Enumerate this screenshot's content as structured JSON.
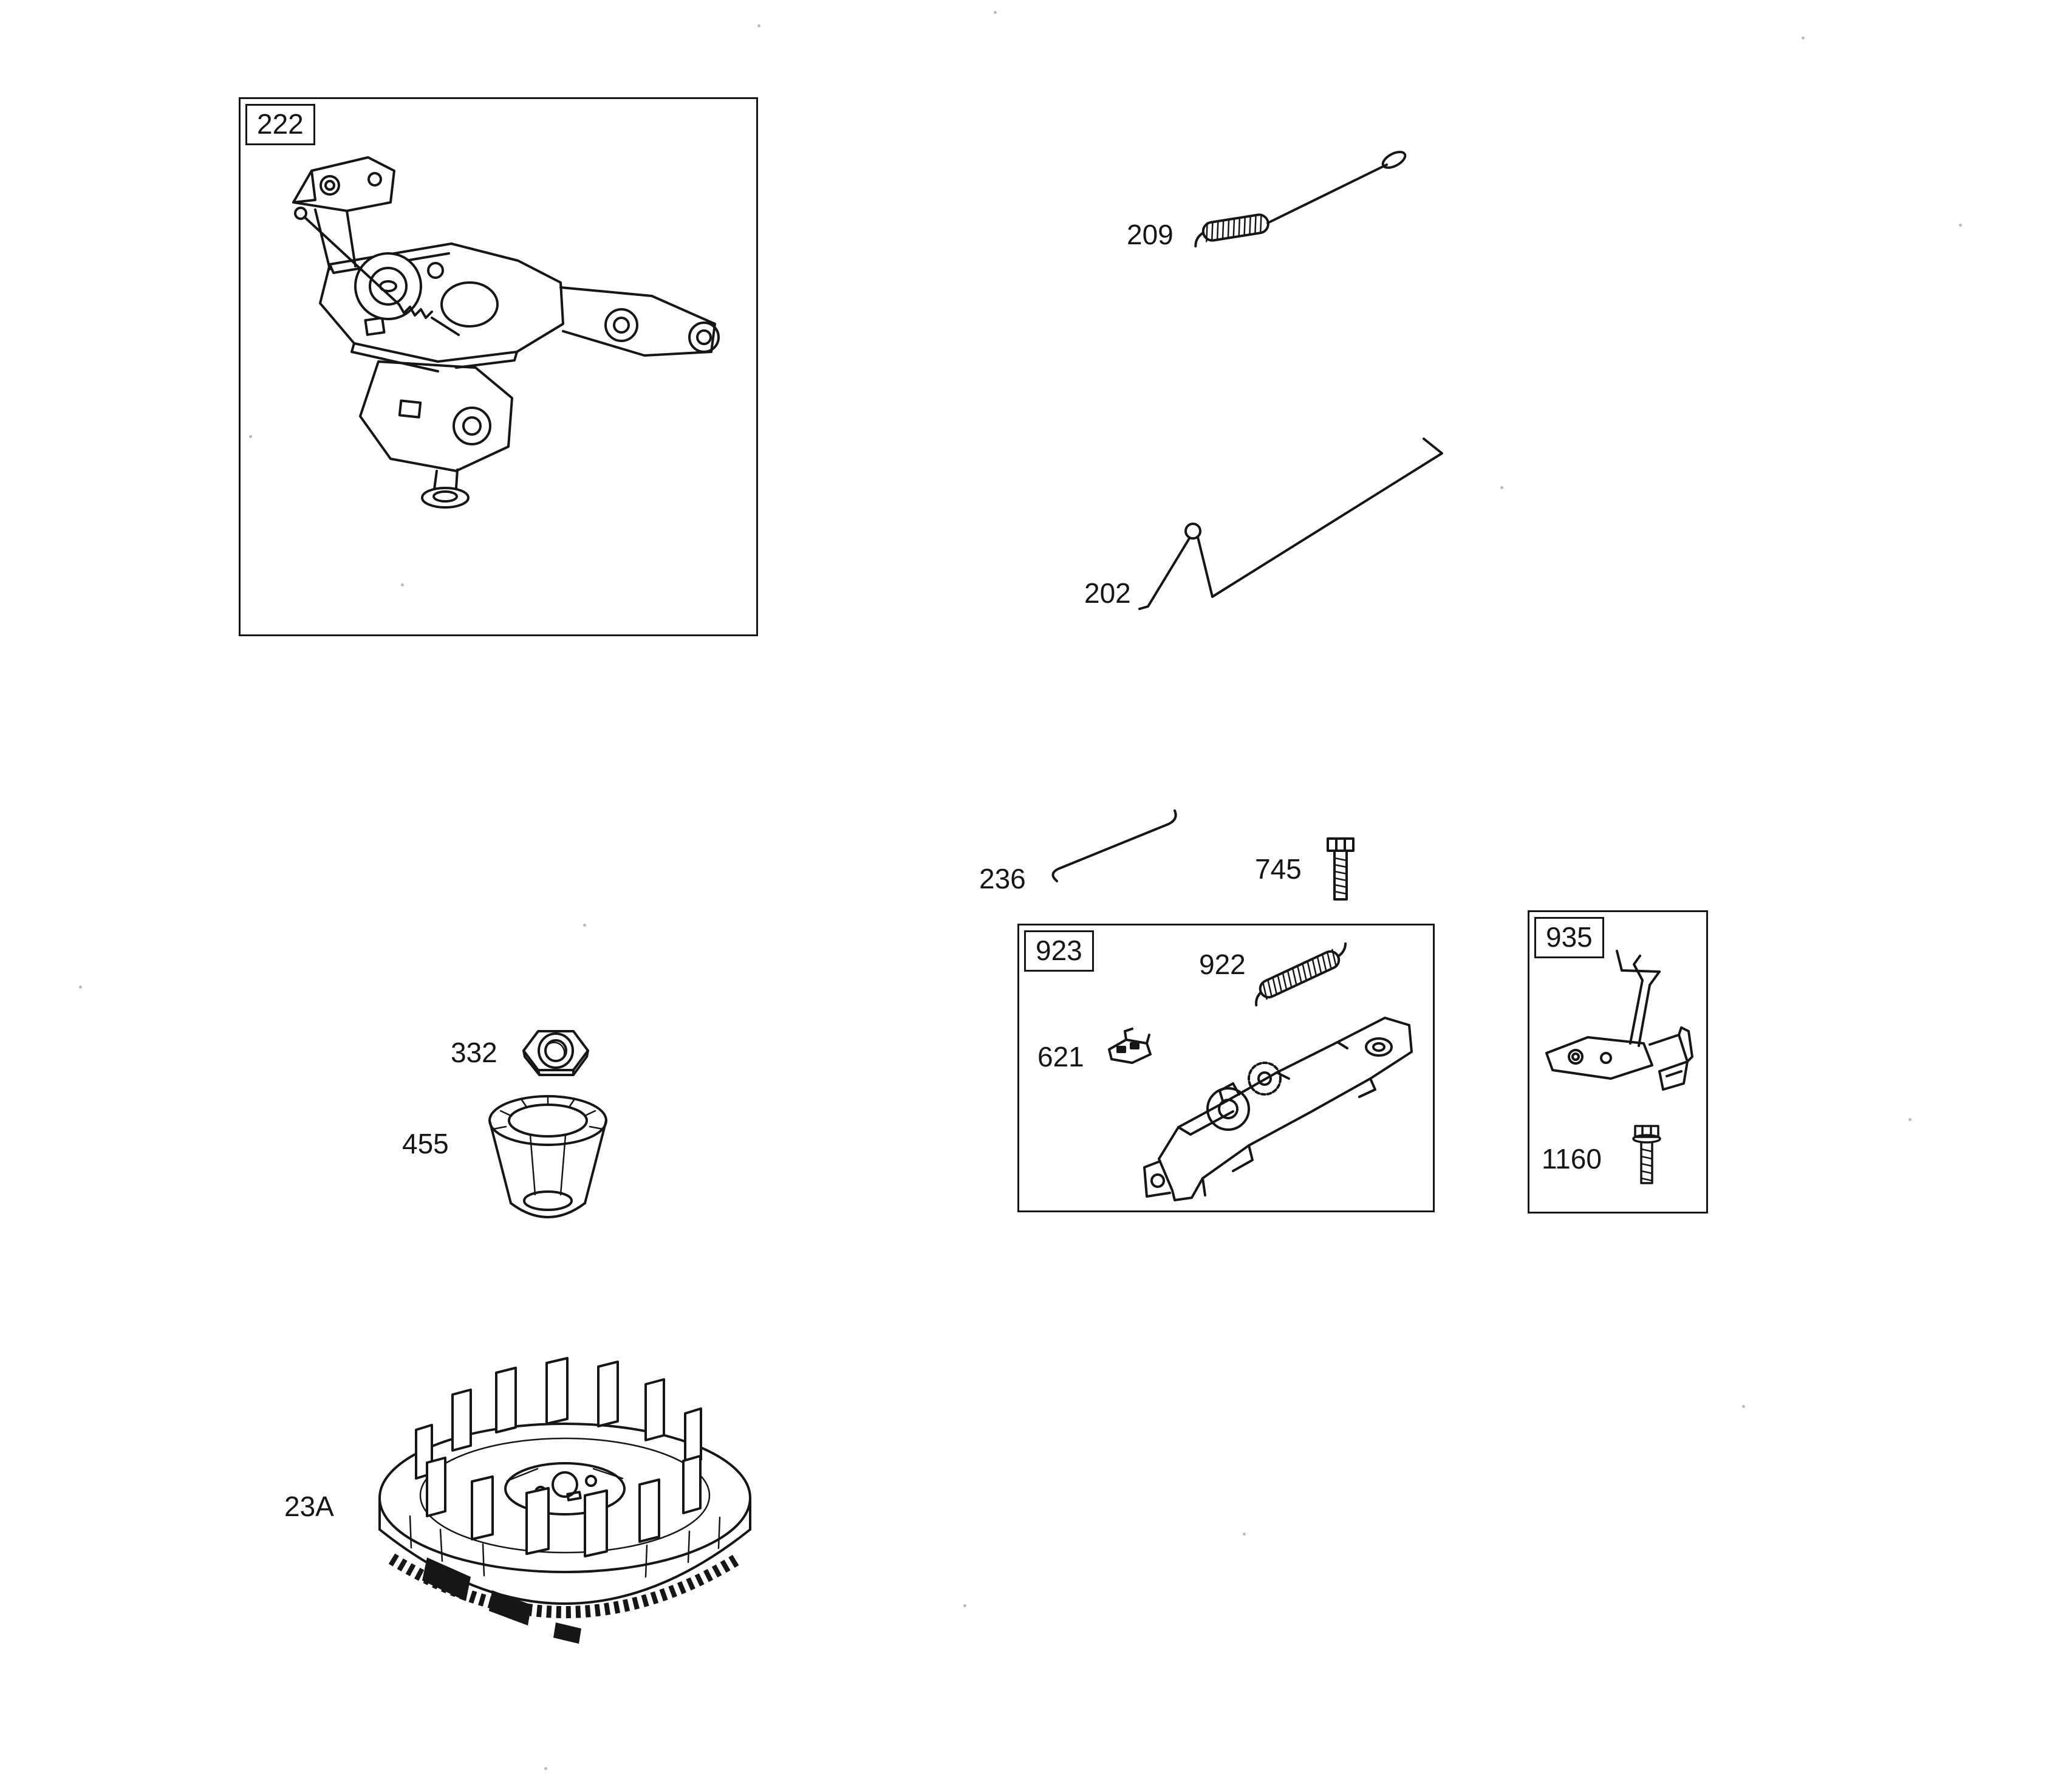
{
  "page": {
    "background": "#ffffff",
    "ink_color": "#161616",
    "type": "engine-parts-exploded-diagram"
  },
  "parts": {
    "box222": {
      "label": "222"
    },
    "spring209": {
      "label": "209"
    },
    "link202": {
      "label": "202"
    },
    "wire236": {
      "label": "236"
    },
    "screw745": {
      "label": "745"
    },
    "box923": {
      "label": "923"
    },
    "spring922": {
      "label": "922"
    },
    "clip621": {
      "label": "621"
    },
    "box935": {
      "label": "935"
    },
    "screw1160": {
      "label": "1160"
    },
    "nut332": {
      "label": "332"
    },
    "cup455": {
      "label": "455"
    },
    "flywheel23A": {
      "label": "23A"
    }
  }
}
